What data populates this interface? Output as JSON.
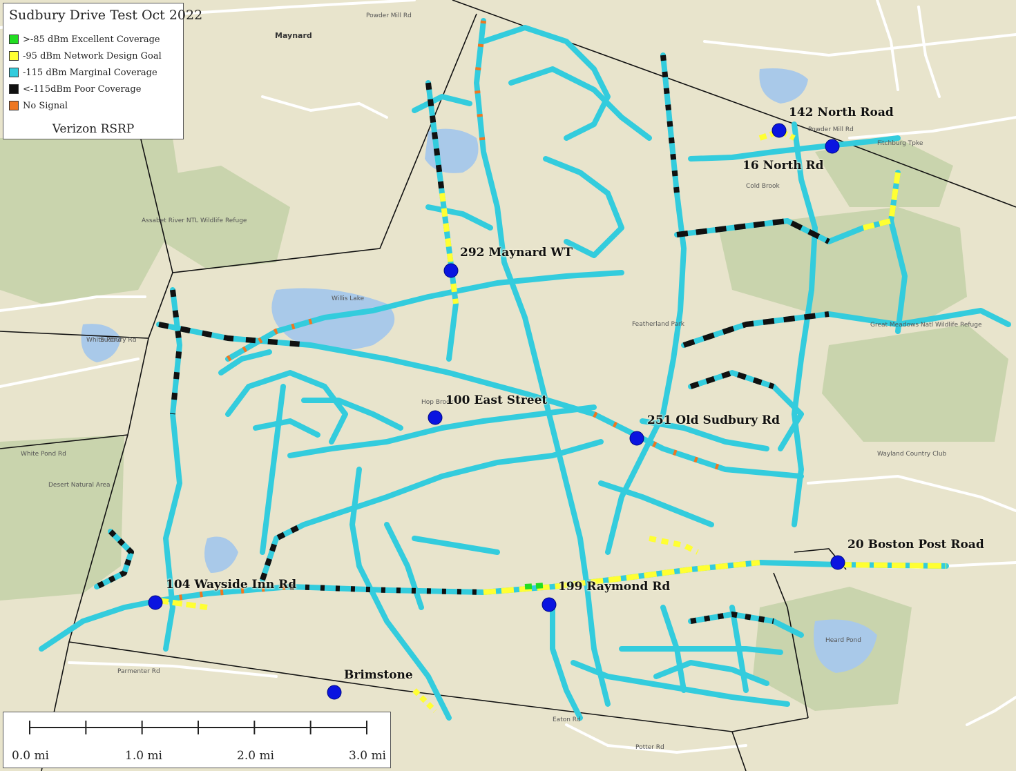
{
  "legend": {
    "title": "Sudbury Drive Test Oct 2022",
    "items": [
      {
        "label": ">-85 dBm Excellent Coverage",
        "color": "#22dd22"
      },
      {
        "label": "-95 dBm Network Design Goal",
        "color": "#ffff33"
      },
      {
        "label": "-115 dBm Marginal Coverage",
        "color": "#33ccdd"
      },
      {
        "label": "<-115dBm Poor Coverage",
        "color": "#111111"
      },
      {
        "label": "No Signal",
        "color": "#ee7722"
      }
    ],
    "footer": "Verizon RSRP"
  },
  "sites": [
    {
      "name": "142 North Road"
    },
    {
      "name": "16 North Rd"
    },
    {
      "name": "292 Maynard WT"
    },
    {
      "name": "100 East Street"
    },
    {
      "name": "251 Old Sudbury Rd"
    },
    {
      "name": "20 Boston Post Road"
    },
    {
      "name": "104 Wayside Inn Rd"
    },
    {
      "name": "199 Raymond Rd"
    },
    {
      "name": "Brimstone"
    }
  ],
  "map_labels": {
    "town_maynard": "Maynard",
    "road_powder_mill": "Powder Mill Rd",
    "road_fitchburg": "Fitchburg Tpke",
    "road_sudbury": "Sudbury Rd",
    "road_white_pond": "White Pond Rd",
    "road_parmenter": "Parmenter Rd",
    "road_potter": "Potter Rd",
    "road_eaton": "Eaton Rd",
    "water_willis_lake": "Willis Lake",
    "water_white_pond": "White Pond",
    "park_featherland": "Featherland Park",
    "refuge_great_meadows": "Great Meadows Natl Wildlife Refuge",
    "area_desert_natural": "Desert Natural Area",
    "area_assabet": "Assabet River NTL Wildlife Refuge",
    "water_hop_brook": "Hop Brook",
    "water_cold_brook": "Cold Brook",
    "club_wayland": "Wayland Country Club",
    "water_heard_pond": "Heard Pond"
  },
  "scale": {
    "ticks": [
      "0.0 mi",
      "1.0 mi",
      "2.0 mi",
      "3.0 mi"
    ],
    "miles": [
      0,
      1,
      2,
      3
    ]
  },
  "colors": {
    "land": "#e8e4cc",
    "park": "#c9d4ad",
    "water": "#a9c9e9",
    "wetland": "#b7c7a5",
    "road": "#ffffff",
    "boundary": "#111111",
    "site_marker": "#0a14e0"
  }
}
